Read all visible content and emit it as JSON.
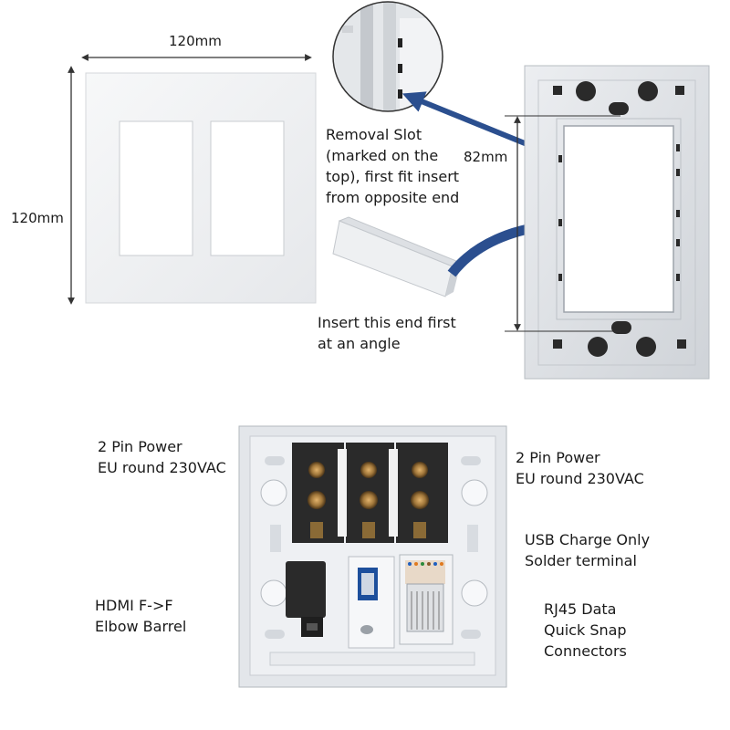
{
  "dimensions": {
    "width_label": "120mm",
    "height_label": "120mm",
    "frame_height_label": "82mm"
  },
  "callouts": {
    "removal_slot": "Removal Slot\n(marked on the\ntop), first fit insert\nfrom opposite end",
    "insert_end": "Insert this end first\nat an angle",
    "power_left": "2 Pin Power\nEU round 230VAC",
    "power_right": "2 Pin Power\nEU round 230VAC",
    "usb": "USB Charge Only\nSolder terminal",
    "hdmi": "HDMI F->F\nElbow Barrel",
    "rj45": "RJ45 Data\nQuick Snap\nConnectors"
  },
  "colors": {
    "arrow_blue": "#2b4f8f",
    "plate_grey": "#dfe2e6",
    "faceplate_white": "#f3f4f6",
    "connector_black": "#2a2a2a",
    "connector_brass": "#a0763a"
  }
}
